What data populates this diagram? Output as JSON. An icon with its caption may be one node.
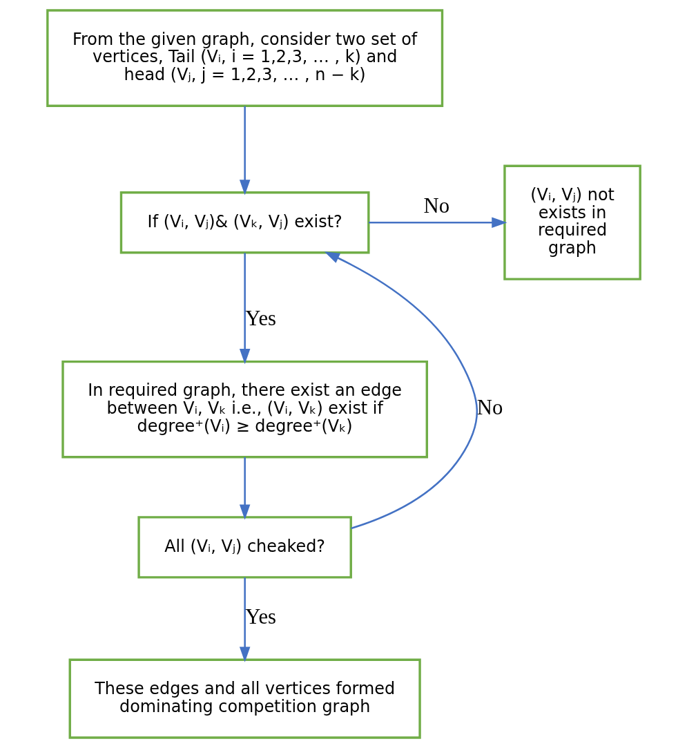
{
  "diagram": {
    "nodes": [
      {
        "text": [
          "From the given graph, consider two set of vertices, Tail (Vᵢ, i = 1,2,3, … , k) and head (Vⱼ, j = 1,2,3, … , n − k)"
        ]
      },
      {
        "text": [
          "If (Vᵢ, Vⱼ)& (Vₖ, Vⱼ) exist?"
        ]
      },
      {
        "text": [
          "In required graph, there exist an edge between Vᵢ, Vₖ i.e., (Vᵢ, Vₖ) exist if degree⁺(Vᵢ) ≥ degree⁺(Vₖ)"
        ]
      },
      {
        "text": [
          "All (Vᵢ, Vⱼ) cheaked?"
        ]
      },
      {
        "text": [
          "(Vᵢ, Vⱼ) not exists in required graph"
        ]
      },
      {
        "text": [
          "These edges and all vertices formed dominating competition graph"
        ]
      }
    ],
    "edges": [
      {
        "from": 0,
        "to": 1,
        "arrow": "to"
      },
      {
        "from": 1,
        "to": 2,
        "arrow": "to",
        "label": "Yes"
      },
      {
        "from": 2,
        "to": 3,
        "arrow": "to"
      },
      {
        "from": 3,
        "to": 1,
        "arrow": "to",
        "label": "No"
      },
      {
        "from": 1,
        "to": 4,
        "arrow": "to",
        "label": "No"
      },
      {
        "from": 3,
        "to": 5,
        "arrow": "to",
        "label": "Yes"
      }
    ]
  }
}
